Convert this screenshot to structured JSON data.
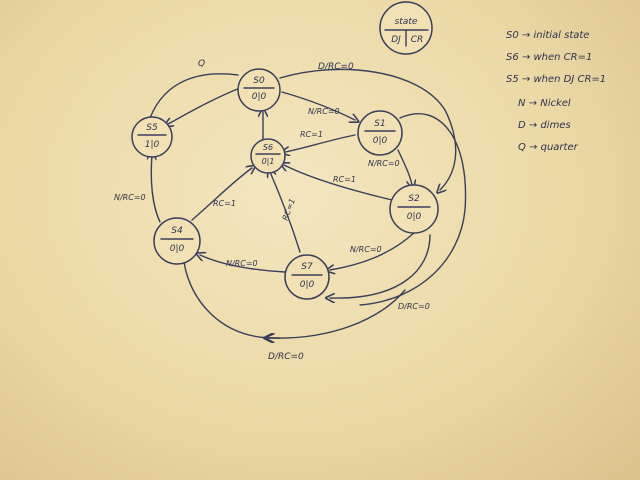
{
  "legend_box": {
    "top": "state",
    "bottom_left": "DJ",
    "bottom_right": "CR"
  },
  "notes": [
    "S0 → initial state",
    "S6 → when CR=1",
    "S5 → when DJ CR=1",
    "N → Nickel",
    "D → dimes",
    "Q → quarter"
  ],
  "states": {
    "s0": {
      "name": "S0",
      "out": "0|0"
    },
    "s1": {
      "name": "S1",
      "out": "0|0"
    },
    "s2": {
      "name": "S2",
      "out": "0|0"
    },
    "s4": {
      "name": "S4",
      "out": "0|0"
    },
    "s5": {
      "name": "S5",
      "out": "1|0"
    },
    "s6": {
      "name": "S6",
      "out": "0|1"
    },
    "s7": {
      "name": "S7",
      "out": "0|0"
    }
  },
  "edge_labels": {
    "s5_s0": "Q",
    "s0_s2_top": "D/RC=0",
    "s0_s1": "N/RC=0",
    "s1_s6": "RC=1",
    "s1_s2": "N/RC=0",
    "s2_s6": "RC=1",
    "s4_s6": "RC=1",
    "s7_s6": "RC=1",
    "s4_s5": "N/RC=0",
    "s7_s4": "N/RC=0",
    "s2_s7": "N/RC=0",
    "s2_s7_b": "D/RC=0",
    "s2_s4_bottom": "D/RC=0"
  }
}
